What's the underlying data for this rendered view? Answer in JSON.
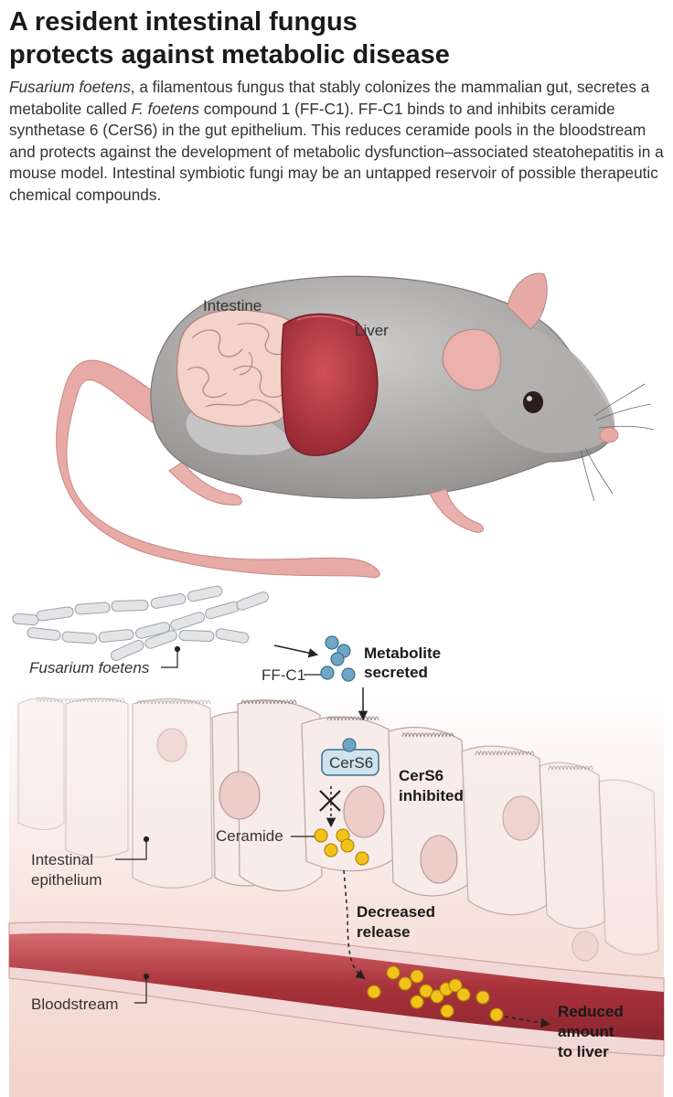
{
  "figure": {
    "title_line1": "A resident intestinal fungus",
    "title_line2": "protects against metabolic disease",
    "summary": {
      "p1_italic": "Fusarium foetens",
      "p1": ", a filamentous fungus that stably colonizes the mammalian gut, secretes a metabolite called ",
      "p2_italic": "F. foetens",
      "p2": " compound 1 (FF-C1). FF-C1 binds to and inhibits ceramide synthetase 6 (CerS6) in the gut epithelium. This reduces ceramide pools in the bloodstream and protects against the development of metabolic dysfunction–associated steatohepatitis in a mouse model. Intestinal symbiotic fungi may be an untapped reservoir of possible therapeutic chemical compounds."
    }
  },
  "mouse": {
    "intestine_label": "Intestine",
    "liver_label": "Liver"
  },
  "pathway": {
    "fungus_label": "Fusarium foetens",
    "ffc1_label": "FF-C1",
    "metabolite_line1": "Metabolite",
    "metabolite_line2": "secreted",
    "cers6_label": "CerS6",
    "inhibited_line1": "CerS6",
    "inhibited_line2": "inhibited",
    "ceramide_label": "Ceramide",
    "epithelium_line1": "Intestinal",
    "epithelium_line2": "epithelium",
    "decreased_line1": "Decreased",
    "decreased_line2": "release",
    "bloodstream_label": "Bloodstream",
    "reduced_line1": "Reduced",
    "reduced_line2": "amount",
    "reduced_line3": "to liver"
  },
  "colors": {
    "mouse_fur": "#a9a7a6",
    "mouse_skin": "#e9b1ad",
    "liver": "#b8333c",
    "intestine": "#f3d2c9",
    "metabolite": "#6fa6c6",
    "ceramide": "#f3c21a",
    "blood": "#a8323b",
    "epithelium": "#f6e6e2"
  }
}
